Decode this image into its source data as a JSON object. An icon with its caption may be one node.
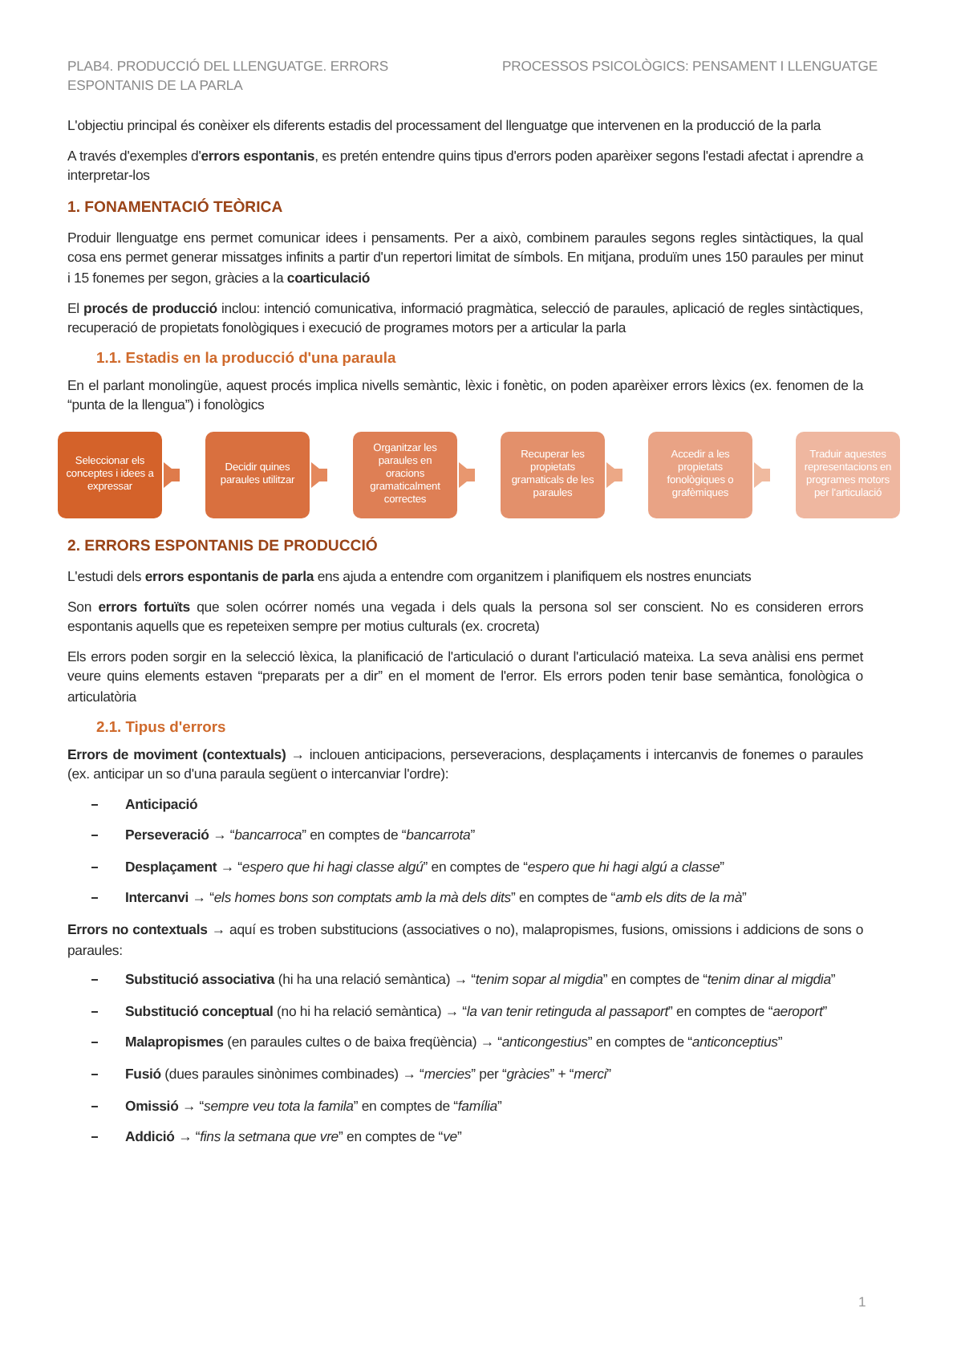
{
  "diagram": {
    "nodes": [
      {
        "text": [
          "Seleccionar els conceptes i idees a expressar"
        ]
      },
      {
        "text": [
          "Decidir quines paraules utilitzar"
        ]
      },
      {
        "text": [
          "Organitzar les paraules en oracions gramaticalment correctes"
        ]
      },
      {
        "text": [
          "Recuperar les propietats gramaticals de les paraules"
        ]
      },
      {
        "text": [
          "Accedir a les propietats fonològiques o grafèmiques"
        ]
      },
      {
        "text": [
          "Traduir aquestes representacions en programes motors per l'articulació"
        ]
      }
    ],
    "edges": [
      {
        "from": 0,
        "to": 1,
        "arrow": "to"
      },
      {
        "from": 1,
        "to": 2,
        "arrow": "to"
      },
      {
        "from": 2,
        "to": 3,
        "arrow": "to"
      },
      {
        "from": 3,
        "to": 4,
        "arrow": "to"
      },
      {
        "from": 4,
        "to": 5,
        "arrow": "to"
      }
    ],
    "labels": [
      "PLAB4. PRODUCCIÓ DEL LLENGUATGE. ERRORS ESPONTANIS DE LA PARLA",
      "PROCESSOS PSICOLÒGICS: PENSAMENT I LLENGUATGE",
      "L'objectiu principal és conèixer els diferents estadis del processament del llenguatge que intervenen en la producció de la parla",
      "A través d'exemples d'**errors espontanis**, es pretén entendre quins tipus d'errors poden aparèixer segons l'estadi afectat i aprendre a interpretar-los",
      "1. FONAMENTACIÓ TEÒRICA",
      "Produir llenguatge ens permet comunicar idees i pensaments. Per a això, combinem paraules segons regles sintàctiques, la qual cosa ens permet generar missatges infinits a partir d'un repertori limitat de símbols. En mitjana, produïm unes 150 paraules per minut i 15 fonemes per segon, gràcies a la **coarticulació**",
      "El **procés de producció** inclou: intenció comunicativa, informació pragmàtica, selecció de paraules, aplicació de regles sintàctiques, recuperació de propietats fonològiques i execució de programes motors per a articular la parla",
      "1.1. Estadis en la producció d'una paraula",
      "En el parlant monolingüe, aquest procés implica nivells semàntic, lèxic i fonètic, on poden aparèixer errors lèxics (ex. fenomen de la “punta de la llengua”) i fonològics",
      "2. ERRORS ESPONTANIS DE PRODUCCIÓ",
      "L'estudi dels **errors espontanis de parla** ens ajuda a entendre com organitzem i planifiquem els nostres enunciats",
      "Son **errors fortuïts** que solen ocórrer només una vegada i dels quals la persona sol ser conscient. No es consideren errors espontanis aquells que es repeteixen sempre per motius culturals (ex. crocreta)",
      "Els errors poden sorgir en la selecció lèxica, la planificació de l'articulació o durant l'articulació mateixa. La seva anàlisi ens permet veure quins elements estaven “preparats per a dir” en el moment de l'error. Els errors poden tenir base semàntica, fonològica o articulatòria",
      "2.1. Tipus d'errors",
      "**Errors de moviment (contextuals)** → inclouen anticipacions, perseveracions, desplaçaments i intercanvis de fonemes o paraules (ex. anticipar un so d'una paraula següent o intercanviar l'ordre):",
      "Anticipació",
      "**Perseveració** → “*bancarroca*” en comptes de “*bancarrota*”",
      "**Desplaçament** → “*espero que hi hagi classe algú*” en comptes de “*espero que hi hagi algú a classe*”",
      "**Intercanvi** → “*els homes bons son comptats amb la mà dels dits*” en comptes de “*amb els dits de la mà*”",
      "**Errors no contextuals** → aquí es troben substitucions (associatives o no), malapropismes, fusions, omissions i addicions de sons o paraules:",
      "**Substitució associativa** (hi ha una relació semàntica) → “*tenim sopar al migdia*” en comptes de “*tenim dinar al migdia*”",
      "**Substitució conceptual** (no hi ha relació semàntica) → “*la van tenir retinguda al passaport*” en comptes de “*aeroport*”",
      "**Malapropismes** (en paraules cultes o de baixa freqüència) → “*anticongestius*” en comptes de “*anticonceptius*”",
      "**Fusió** (dues paraules sinònimes combinades) → “*mercies*” per “*gràcies*” + “*merci*”",
      "**Omissió** → “*sempre veu tota la famila*” en comptes de “*família*”",
      "**Addició** → “*fins la setmana que vre*” en comptes de “*ve*”",
      "1"
    ]
  }
}
